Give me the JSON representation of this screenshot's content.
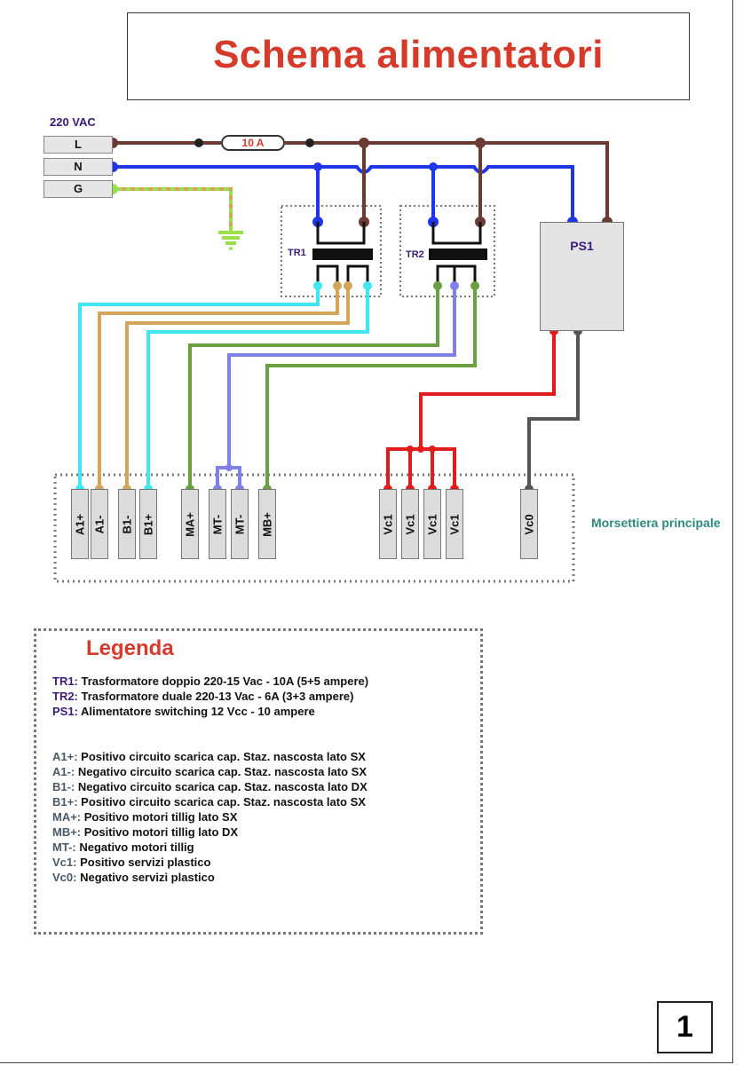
{
  "title": "Schema alimentatori",
  "supply": {
    "voltage_label": "220 VAC",
    "plugs": [
      "L",
      "N",
      "G"
    ],
    "fuse_label": "10 A"
  },
  "components": {
    "tr1": "TR1",
    "tr2": "TR2",
    "ps1": "PS1"
  },
  "terminal_block": {
    "label": "Morsettiera principale",
    "terminals": [
      "A1+",
      "A1-",
      "B1-",
      "B1+",
      "MA+",
      "MT-",
      "MT-",
      "MB+",
      "Vc1",
      "Vc1",
      "Vc1",
      "Vc1",
      "Vc0"
    ]
  },
  "wire_colors": {
    "line": "#6b3a32",
    "neutral": "#1f36e6",
    "ground": "#9be04a",
    "cyan": "#40e6f0",
    "tan": "#d2a55a",
    "green": "#6aa040",
    "violet": "#7f80e8",
    "red": "#e01c1c",
    "grey": "#555555"
  },
  "legend": {
    "title": "Legenda",
    "items": [
      {
        "key": "TR1:",
        "text": " Trasformatore doppio 220-15 Vac - 10A (5+5 ampere)"
      },
      {
        "key": "TR2:",
        "text": " Trasformatore duale 220-13 Vac - 6A (3+3 ampere)"
      },
      {
        "key": "PS1:",
        "text": " Alimentatore switching 12 Vcc - 10 ampere"
      },
      {
        "key": "A1+:",
        "text": " Positivo circuito scarica cap. Staz. nascosta lato SX"
      },
      {
        "key": "A1-:",
        "text": " Negativo circuito scarica cap. Staz. nascosta lato SX"
      },
      {
        "key": "B1-:",
        "text": " Negativo circuito scarica cap. Staz. nascosta lato DX"
      },
      {
        "key": "B1+:",
        "text": " Positivo circuito scarica cap. Staz. nascosta lato SX"
      },
      {
        "key": "MA+:",
        "text": " Positivo motori tillig lato SX"
      },
      {
        "key": "MB+:",
        "text": " Positivo motori tillig lato DX"
      },
      {
        "key": "MT-:",
        "text": " Negativo motori tillig"
      },
      {
        "key": "Vc1:",
        "text": " Positivo servizi plastico"
      },
      {
        "key": "Vc0:",
        "text": " Negativo servizi plastico"
      }
    ]
  },
  "page_number": "1"
}
